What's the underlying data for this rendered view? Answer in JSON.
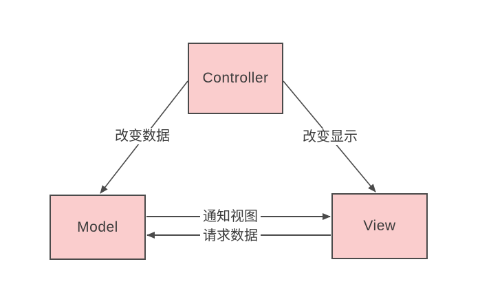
{
  "diagram": {
    "type": "flowchart",
    "pattern": "MVC",
    "nodes": [
      {
        "id": "controller",
        "label": "Controller"
      },
      {
        "id": "model",
        "label": "Model"
      },
      {
        "id": "view",
        "label": "View"
      }
    ],
    "edges": [
      {
        "from": "Controller",
        "to": "Model",
        "label": "改变数据"
      },
      {
        "from": "Controller",
        "to": "View",
        "label": "改变显示"
      },
      {
        "from": "Model",
        "to": "View",
        "label": "通知视图"
      },
      {
        "from": "View",
        "to": "Model",
        "label": "请求数据"
      }
    ],
    "colors": {
      "node_fill": "#facdcd",
      "node_border": "#4a4a4a",
      "edge_line": "#4a4a4a",
      "text": "#3b3b3b",
      "background": "#ffffff"
    }
  }
}
